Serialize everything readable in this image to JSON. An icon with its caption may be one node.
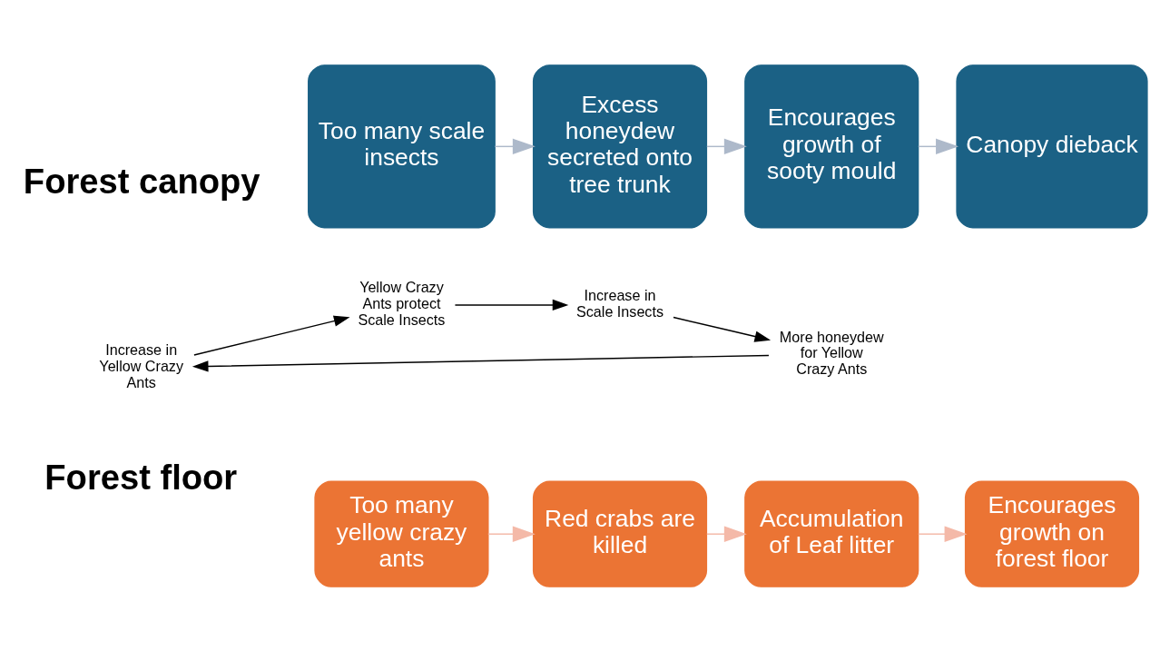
{
  "diagram": {
    "nodes": [
      {
        "text": [
          "Too many scale insects"
        ]
      },
      {
        "text": [
          "Excess honeydew secreted onto tree trunk"
        ]
      },
      {
        "text": [
          "Encourages growth of sooty mould"
        ]
      },
      {
        "text": [
          "Canopy dieback"
        ]
      },
      {
        "text": [
          "Too many yellow crazy ants"
        ]
      },
      {
        "text": [
          "Red crabs are killed"
        ]
      },
      {
        "text": [
          "Accumulation of Leaf litter"
        ]
      },
      {
        "text": [
          "Encourages growth on forest floor"
        ]
      },
      {
        "text": [
          "Increase in Yellow Crazy Ants"
        ]
      },
      {
        "text": [
          "Yellow Crazy Ants protect Scale Insects"
        ]
      },
      {
        "text": [
          "Increase in Scale Insects"
        ]
      },
      {
        "text": [
          "More honeydew for Yellow Crazy Ants"
        ]
      }
    ],
    "edges": [
      {
        "from": 0,
        "to": 1,
        "arrow": "to",
        "color": "#adb9ca"
      },
      {
        "from": 1,
        "to": 2,
        "arrow": "to",
        "color": "#adb9ca"
      },
      {
        "from": 2,
        "to": 3,
        "arrow": "to",
        "color": "#adb9ca"
      },
      {
        "from": 4,
        "to": 5,
        "arrow": "to",
        "color": "#f4b9a8"
      },
      {
        "from": 5,
        "to": 6,
        "arrow": "to",
        "color": "#f4b9a8"
      },
      {
        "from": 6,
        "to": 7,
        "arrow": "to",
        "color": "#f4b9a8"
      },
      {
        "from": 8,
        "to": 9,
        "arrow": "to"
      },
      {
        "from": 9,
        "to": 10,
        "arrow": "to"
      },
      {
        "from": 10,
        "to": 11,
        "arrow": "to"
      },
      {
        "from": 11,
        "to": 8,
        "arrow": "to"
      }
    ],
    "labels": [
      "Forest canopy",
      "Forest floor"
    ]
  }
}
